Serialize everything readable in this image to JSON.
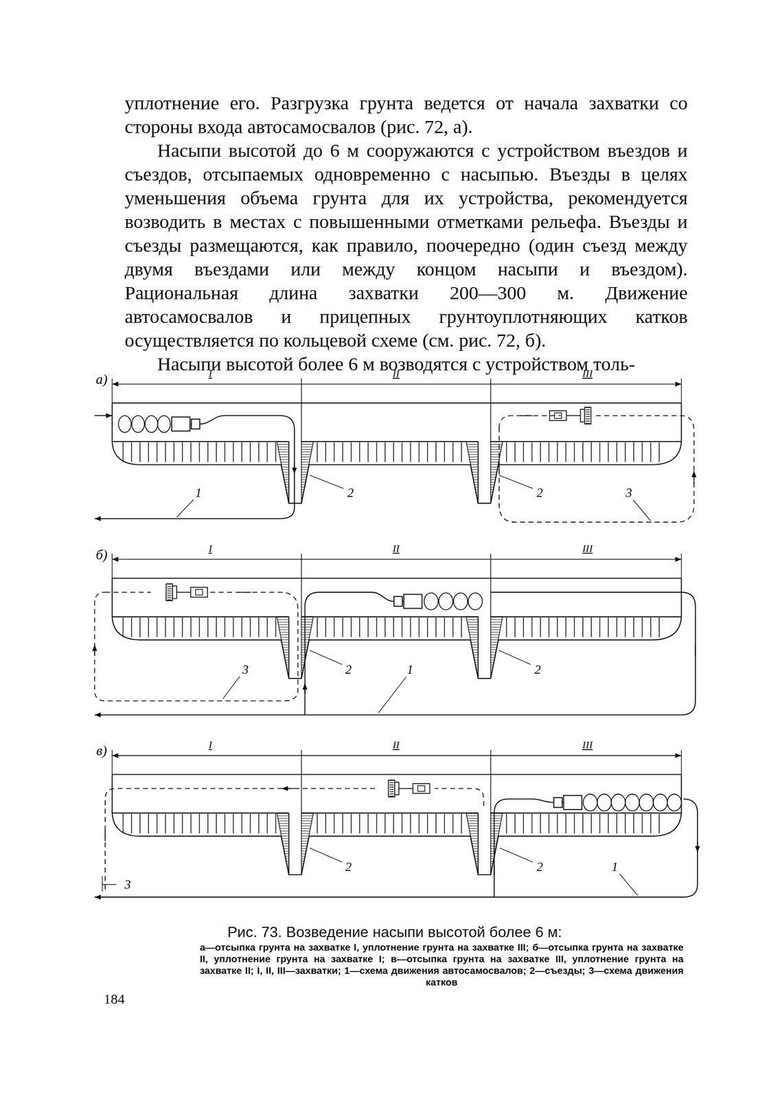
{
  "diagram": {
    "caption": "Рис. 73. Возведение насыпи высотой более 6 м:",
    "labels": [
      "уплотнение его. Разгрузка грунта ведется от начала захватки со стороны входа автосамосвалов (рис. 72, а).",
      "Насыпи высотой до 6 м сооружаются с устройством въездов и съездов, отсыпаемых одновременно с насыпью. Въезды в целях уменьшения объема грунта для их устройства, рекомендуется возводить в местах с повышенными отметками рельефа. Въезды и съезды размещаются, как правило, поочередно (один съезд между двумя въездами или между концом насыпи и въездом). Рациональная длина захватки 200—300 м. Движение автосамосвалов и прицепных грунтоуплотняющих катков осуществляется по кольцевой схеме (см. рис. 72, б).",
      "Насыпи высотой более 6 м возводятся с устройством толь-",
      "а)",
      "I",
      "II",
      "III",
      "1",
      "2",
      "2",
      "3",
      "б)",
      "I",
      "II",
      "III",
      "3",
      "2",
      "1",
      "2",
      "в)",
      "I",
      "II",
      "III",
      "2",
      "2",
      "1",
      "3",
      "а—отсыпка грунта на захватке I, уплотнение грунта на захватке III; б—отсыпка грунта на захватке II, уплотнение грунта на захватке I; в—отсыпка грунта на захватке III, уплотнение грунта на захватке II; I, II, III—захватки; 1—схема движения автосамосвалов; 2—съезды; 3—схема движения катков",
      "184"
    ]
  }
}
